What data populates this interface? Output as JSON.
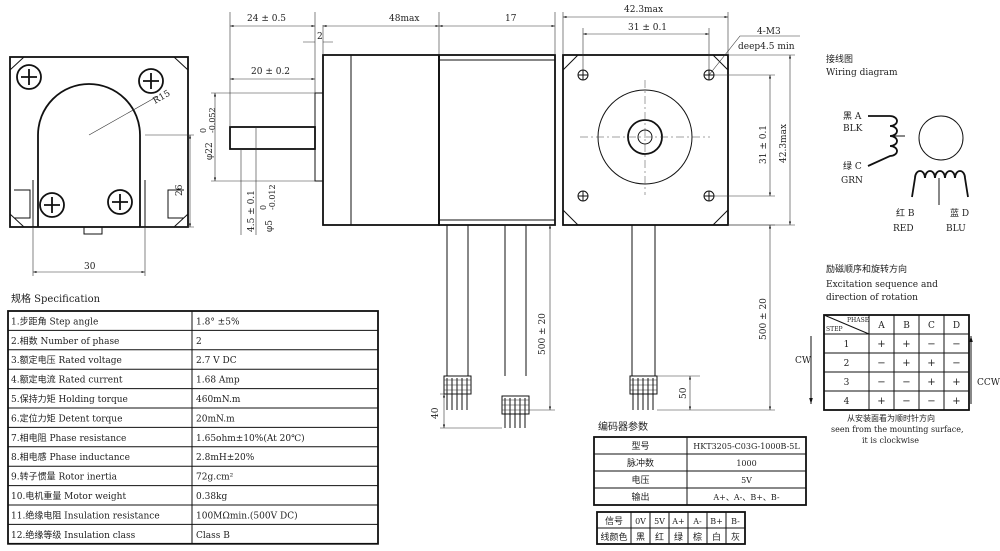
{
  "dims": {
    "d24": "24 ± 0.5",
    "d2": "2",
    "d48": "48max",
    "d17": "17",
    "d20": "20 ± 0.2",
    "dphi22": "φ22",
    "dphi22_tol_up": "0",
    "dphi22_tol_dn": "-0.052",
    "d45": "4.5 ± 0.1",
    "dphi5": "φ5",
    "dphi5_tol_up": "0",
    "dphi5_tol_dn": "-0.012",
    "d26": "26",
    "d30": "30",
    "r15": "R15",
    "d423w": "42.3max",
    "d31w": "31 ± 0.1",
    "m3": "4-M3",
    "deep": "deep4.5 min",
    "d31h": "31 ± 0.1",
    "d423h": "42.3max",
    "d500a": "500 ± 20",
    "d500b": "500 ± 20",
    "d40": "40",
    "d50": "50"
  },
  "wiring": {
    "title_cn": "接线图",
    "title_en": "Wiring diagram",
    "a_cn": "黑 A",
    "a_en": "BLK",
    "c_cn": "绿 C",
    "c_en": "GRN",
    "b_cn": "红 B",
    "b_en": "RED",
    "d_cn": "蓝 D",
    "d_en": "BLU"
  },
  "excitation": {
    "title_cn": "励磁顺序和旋转方向",
    "title_en1": "Excitation sequence and",
    "title_en2": "direction of rotation",
    "corner_top": "PHASE",
    "corner_bottom": "STEP",
    "cols": [
      "A",
      "B",
      "C",
      "D"
    ],
    "rows": [
      {
        "step": "1",
        "cells": [
          "+",
          "+",
          "−",
          "−"
        ]
      },
      {
        "step": "2",
        "cells": [
          "−",
          "+",
          "+",
          "−"
        ]
      },
      {
        "step": "3",
        "cells": [
          "−",
          "−",
          "+",
          "+"
        ]
      },
      {
        "step": "4",
        "cells": [
          "+",
          "−",
          "−",
          "+"
        ]
      }
    ],
    "cw": "CW",
    "ccw": "CCW",
    "note_cn": "从安装面看为顺时针方向",
    "note_en1": "seen from the mounting surface,",
    "note_en2": "it is clockwise"
  },
  "spec": {
    "title": "规格 Specification",
    "rows": [
      {
        "label": "1.步距角 Step angle",
        "value": "1.8° ±5%"
      },
      {
        "label": "2.相数 Number of phase",
        "value": "2"
      },
      {
        "label": "3.额定电压 Rated voltage",
        "value": "2.7 V DC"
      },
      {
        "label": "4.额定电流 Rated current",
        "value": "1.68 Amp"
      },
      {
        "label": "5.保持力矩 Holding torque",
        "value": "460mN.m"
      },
      {
        "label": "6.定位力矩 Detent torque",
        "value": "20mN.m"
      },
      {
        "label": "7.相电阻 Phase resistance",
        "value": "1.65ohm±10%(At 20℃)"
      },
      {
        "label": "8.相电感 Phase inductance",
        "value": "2.8mH±20%"
      },
      {
        "label": "9.转子惯量 Rotor inertia",
        "value": "72g.cm²"
      },
      {
        "label": "10.电机重量 Motor weight",
        "value": "0.38kg"
      },
      {
        "label": "11.绝缘电阻 Insulation resistance",
        "value": "100MΩmin.(500V DC)"
      },
      {
        "label": "12.绝缘等级 Insulation class",
        "value": "Class B"
      }
    ]
  },
  "encoder": {
    "title": "编码器参数",
    "rows": [
      {
        "label": "型号",
        "value": "HKT3205-C03G-1000B-5L"
      },
      {
        "label": "脉冲数",
        "value": "1000"
      },
      {
        "label": "电压",
        "value": "5V"
      },
      {
        "label": "输出",
        "value": "A+、A-、B+、B-"
      }
    ],
    "signals": {
      "header": "信号",
      "items": [
        "0V",
        "5V",
        "A+",
        "A-",
        "B+",
        "B-"
      ]
    },
    "colors": {
      "header": "线颜色",
      "items": [
        "黑",
        "红",
        "绿",
        "棕",
        "白",
        "灰"
      ]
    }
  }
}
